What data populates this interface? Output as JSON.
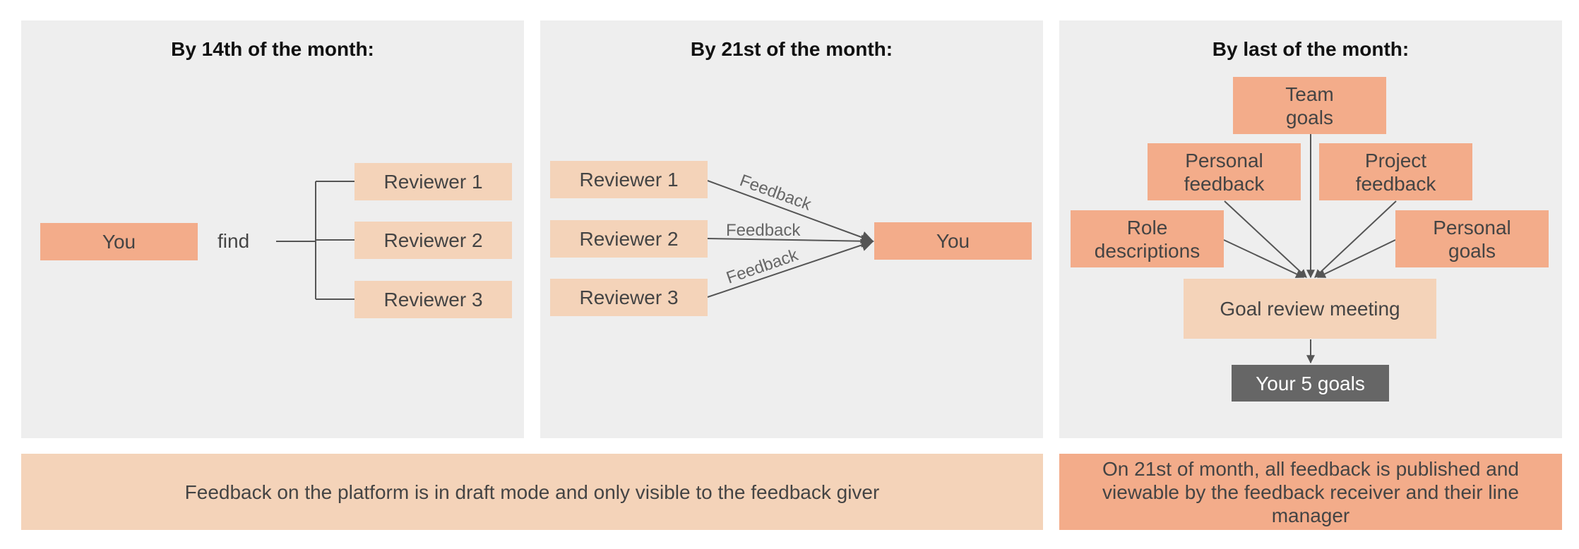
{
  "colors": {
    "panel_bg": "#eeeeee",
    "light_box": "#f4d3b9",
    "dark_box": "#f3ac8a",
    "result_box": "#666666",
    "line": "#555555"
  },
  "panel1": {
    "title": "By 14th of the month:",
    "you": "You",
    "find": "find",
    "reviewers": [
      "Reviewer 1",
      "Reviewer 2",
      "Reviewer 3"
    ]
  },
  "panel2": {
    "title": "By 21st of the month:",
    "reviewers": [
      "Reviewer 1",
      "Reviewer 2",
      "Reviewer 3"
    ],
    "feedback_labels": [
      "Feedback",
      "Feedback",
      "Feedback"
    ],
    "you": "You"
  },
  "panel3": {
    "title": "By last of the month:",
    "team_goals": "Team\ngoals",
    "personal_feedback": "Personal\nfeedback",
    "project_feedback": "Project\nfeedback",
    "role_descriptions": "Role\ndescriptions",
    "personal_goals": "Personal\ngoals",
    "meeting": "Goal review meeting",
    "result": "Your 5 goals"
  },
  "footer": {
    "draft_note": "Feedback on the platform is in draft mode and only visible to the feedback giver",
    "publish_note": "On 21st of month, all feedback is published and viewable by the feedback receiver and their line manager"
  }
}
